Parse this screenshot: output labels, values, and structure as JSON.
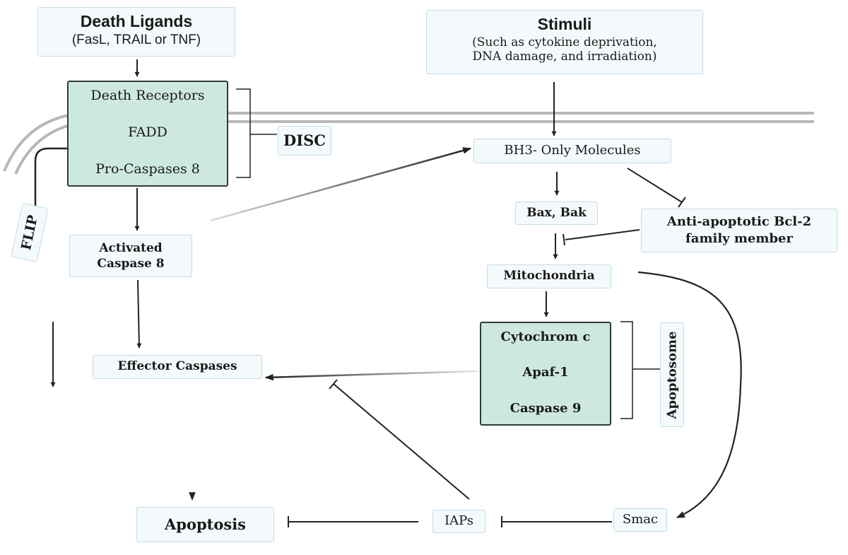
{
  "death_ligands": {
    "title": "Death Ligands",
    "subtitle": "(FasL, TRAIL or TNF)"
  },
  "stimuli": {
    "title": "Stimuli",
    "line1": "(Such as cytokine deprivation,",
    "line2": "DNA damage, and irradiation)"
  },
  "disc": {
    "label": "DISC",
    "death_receptors": "Death Receptors",
    "fadd": "FADD",
    "pro_caspases": "Pro-Caspases 8"
  },
  "flip": "FLIP",
  "activated_caspase": {
    "line1": "Activated",
    "line2": "Caspase 8"
  },
  "effector_caspases": "Effector Caspases",
  "apoptosis": "Apoptosis",
  "bh3": "BH3- Only Molecules",
  "bax_bak": "Bax, Bak",
  "anti_apoptotic": {
    "line1": "Anti-apoptotic Bcl-2",
    "line2": "family member"
  },
  "mitochondria": "Mitochondria",
  "apoptosome": {
    "label": "Apoptosome",
    "cytochrom": "Cytochrom c",
    "apaf": "Apaf-1",
    "caspase9": "Caspase 9"
  },
  "iaps": "IAPs",
  "smac": "Smac",
  "colors": {
    "teal_fill": "#cde8df",
    "node_fill": "#f4f9fc",
    "node_border": "#c4dce8",
    "line": "#222222",
    "membrane": "#b8b8b8"
  }
}
